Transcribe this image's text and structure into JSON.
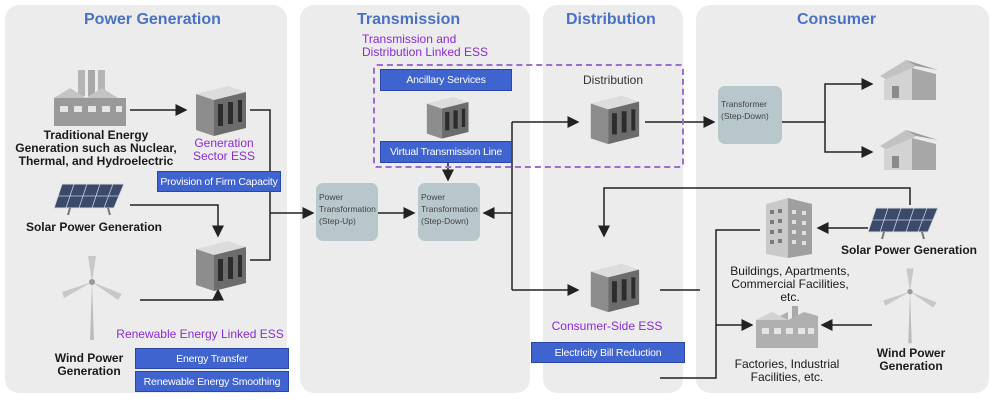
{
  "panels": {
    "power_generation": "Power Generation",
    "transmission": "Transmission",
    "distribution": "Distribution",
    "consumer": "Consumer"
  },
  "generation": {
    "traditional": "Traditional Energy Generation such as Nuclear, Thermal, and Hydroelectric",
    "solar": "Solar Power Generation",
    "wind": "Wind Power Generation",
    "generation_ess": "Generation Sector ESS",
    "firm_capacity": "Provision of Firm Capacity",
    "renewable_ess": "Renewable Energy Linked ESS",
    "energy_transfer": "Energy Transfer",
    "renewable_smoothing": "Renewable Energy Smoothing"
  },
  "transmission": {
    "linked_ess": "Transmission and Distribution Linked ESS",
    "ancillary": "Ancillary Services",
    "virtual_line": "Virtual Transmission Line",
    "step_up": "Power Transformation (Step-Up)",
    "step_down": "Power Transformation (Step-Down)"
  },
  "distribution": {
    "distribution_label": "Distribution",
    "consumer_ess": "Consumer-Side ESS",
    "bill_reduction": "Electricity Bill Reduction"
  },
  "consumer": {
    "transformer": "Transformer (Step-Down)",
    "solar": "Solar Power Generation",
    "buildings": "Buildings, Apartments, Commercial Facilities, etc.",
    "factories": "Factories, Industrial Facilities, etc.",
    "wind": "Wind Power Generation"
  }
}
